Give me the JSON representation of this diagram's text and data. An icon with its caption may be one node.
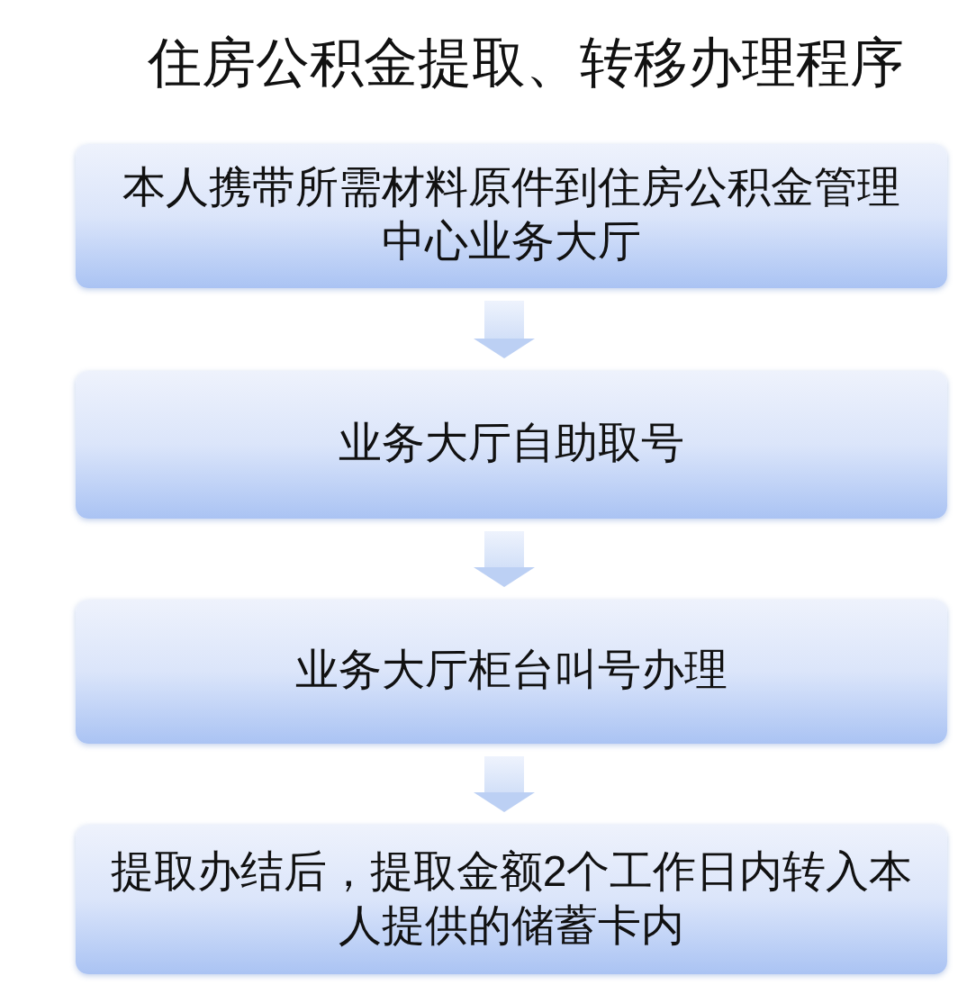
{
  "diagram": {
    "title": "住房公积金提取、转移办理程序",
    "nodes": [
      {
        "text": [
          "本人携带所需材料原件到住房公积金管理中心业务大厅"
        ]
      },
      {
        "text": [
          "业务大厅自助取号"
        ]
      },
      {
        "text": [
          "业务大厅柜台叫号办理"
        ]
      },
      {
        "text": [
          "提取办结后，提取金额2个工作日内转入本人提供的储蓄卡内"
        ]
      }
    ],
    "edges": [
      {
        "from": 0,
        "to": 1,
        "arrow": "to"
      },
      {
        "from": 1,
        "to": 2,
        "arrow": "to"
      },
      {
        "from": 2,
        "to": 3,
        "arrow": "to"
      }
    ]
  }
}
